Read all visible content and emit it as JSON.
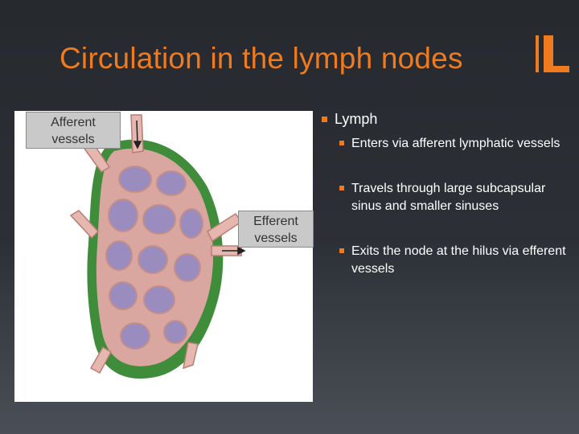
{
  "slide": {
    "title": "Circulation in the lymph nodes"
  },
  "figure": {
    "afferent_line1": "Afferent",
    "afferent_line2": "vessels",
    "efferent_line1": "Efferent",
    "efferent_line2": "vessels"
  },
  "bullets": {
    "heading": "Lymph",
    "items": [
      "Enters via afferent lymphatic vessels",
      "Travels through large subcapsular sinus and smaller sinuses",
      "Exits the node at the hilus via efferent vessels"
    ]
  },
  "colors": {
    "accent": "#f07a1e",
    "background": "#2a2d33",
    "callout_fill": "#c9c9c9"
  }
}
